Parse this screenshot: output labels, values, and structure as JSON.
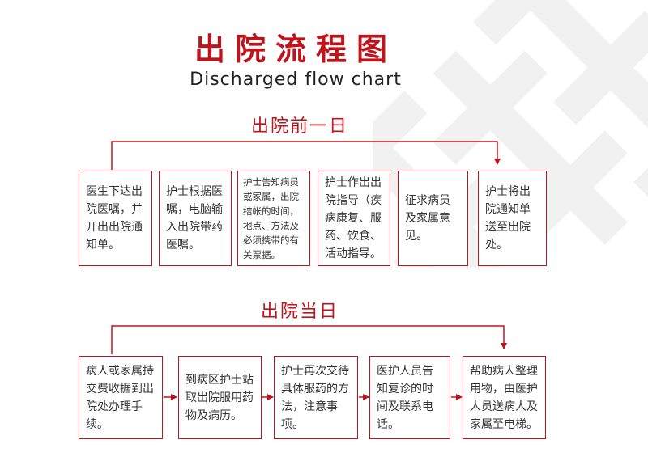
{
  "title": "出院流程图",
  "subtitle": "Discharged flow chart",
  "colors": {
    "accent": "#c0141c",
    "pattern": "#f1f1f1"
  },
  "sections": [
    {
      "title": "出院前一日",
      "steps": [
        "医生下达出院医嘱，并开出出院通知单。",
        "护士根据医嘱，电脑输入出院带药医嘱。",
        "护士告知病员或家属，出院结帐的时间，地点、方法及必须携带的有关票据。",
        "护士作出出院指导（疾病康复、服药、饮食、活动指导。",
        "征求病员及家属意见。",
        "护士将出院通知单送至出院处。"
      ]
    },
    {
      "title": "出院当日",
      "steps": [
        "病人或家属持交费收据到出院处办理手续。",
        "到病区护士站取出院服用药物及病历。",
        "护士再次交待具体服药的方法，注意事项。",
        "医护人员告知复诊的时间及联系电话。",
        "帮助病人整理用物，由医护人员送病人及家属至电梯。"
      ]
    }
  ]
}
